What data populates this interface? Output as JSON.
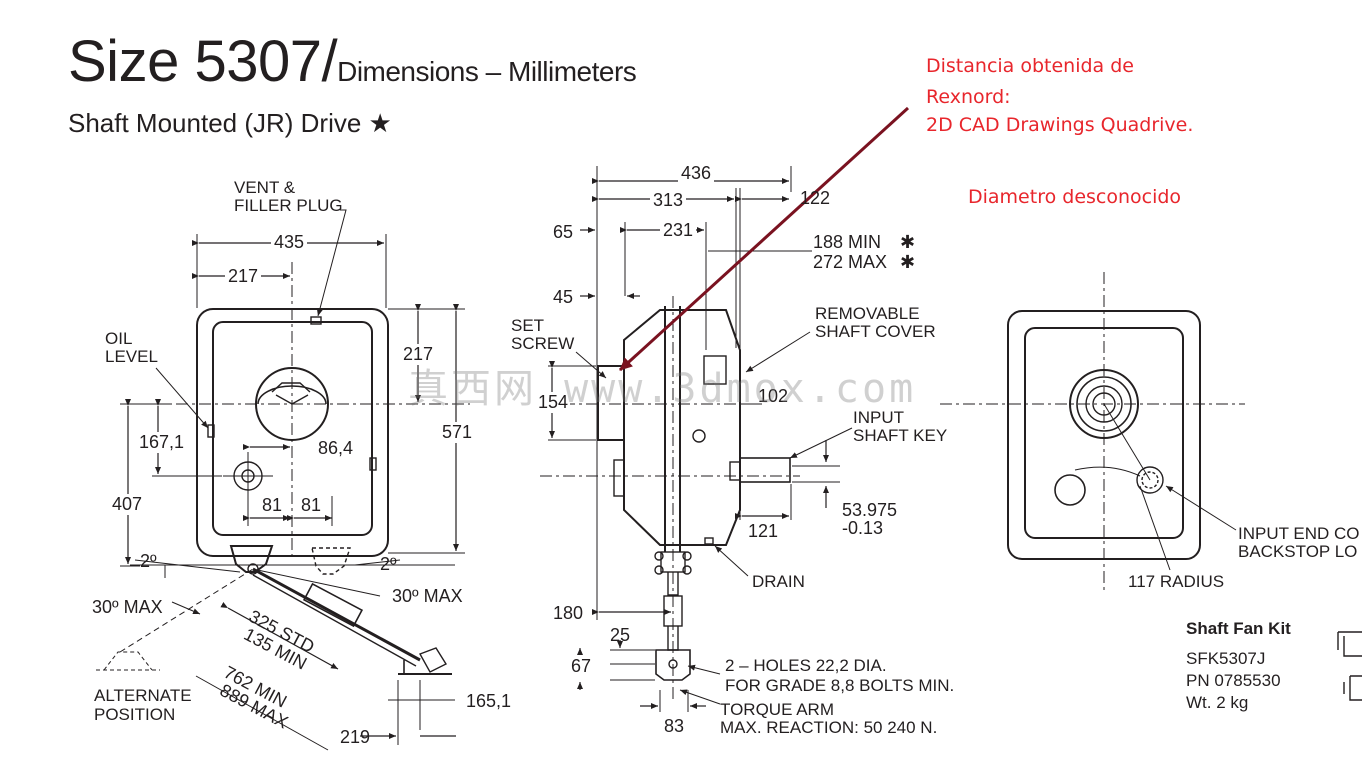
{
  "title": {
    "size": "Size 5307/",
    "units": "Dimensions – Millimeters"
  },
  "subtitle": "Shaft Mounted (JR) Drive ★",
  "front_view": {
    "vent": "VENT &",
    "filler": "FILLER PLUG",
    "oil1": "OIL",
    "oil2": "LEVEL",
    "d435": "435",
    "d217a": "217",
    "d217b": "217",
    "d571": "571",
    "d1671": "167,1",
    "d864": "86,4",
    "d81a": "81",
    "d81b": "81",
    "d407": "407",
    "deg2a": "2º",
    "deg2b": "2º",
    "max30a": "30º MAX",
    "max30b": "30º MAX",
    "std": "325 STD",
    "min135": "135 MIN",
    "min762": "762 MIN",
    "max889": "889 MAX",
    "alt1": "ALTERNATE",
    "alt2": "POSITION",
    "d1651": "165,1",
    "d219": "219"
  },
  "side_view": {
    "d436": "436",
    "d313": "313",
    "d122": "122",
    "d231": "231",
    "d65": "65",
    "min188": "188 MIN",
    "max272": "272 MAX",
    "star": "✱",
    "d45": "45",
    "set": "SET",
    "screw": "SCREW",
    "rem1": "REMOVABLE",
    "rem2": "SHAFT COVER",
    "d154": "154",
    "d102": "102",
    "in1": "INPUT",
    "in2": "SHAFT KEY",
    "d53": "53.975",
    "d013": "-0.13",
    "d121": "121",
    "drain": "DRAIN",
    "d180": "180",
    "d25": "25",
    "d67": "67",
    "holes1": "2 – HOLES 22,2 DIA.",
    "holes2": "FOR GRADE 8,8 BOLTS MIN.",
    "torque1": "TORQUE ARM",
    "torque2": "MAX. REACTION: 50 240 N.",
    "d83": "83"
  },
  "rear_view": {
    "radius": "117 RADIUS",
    "inend1": "INPUT END CO",
    "inend2": "BACKSTOP LO"
  },
  "annotations": {
    "line1": "Distancia obtenida de",
    "line2": "Rexnord:",
    "line3": "2D CAD Drawings Quadrive.",
    "unknown": "Diametro desconocido",
    "color": "#e8262c",
    "arrow_color": "#7a1220"
  },
  "kit": {
    "title": "Shaft Fan Kit",
    "part": "SFK5307J",
    "pn": "PN 0785530",
    "wt": "Wt. 2 kg"
  },
  "watermark": "真西网 www.3dmox.com"
}
